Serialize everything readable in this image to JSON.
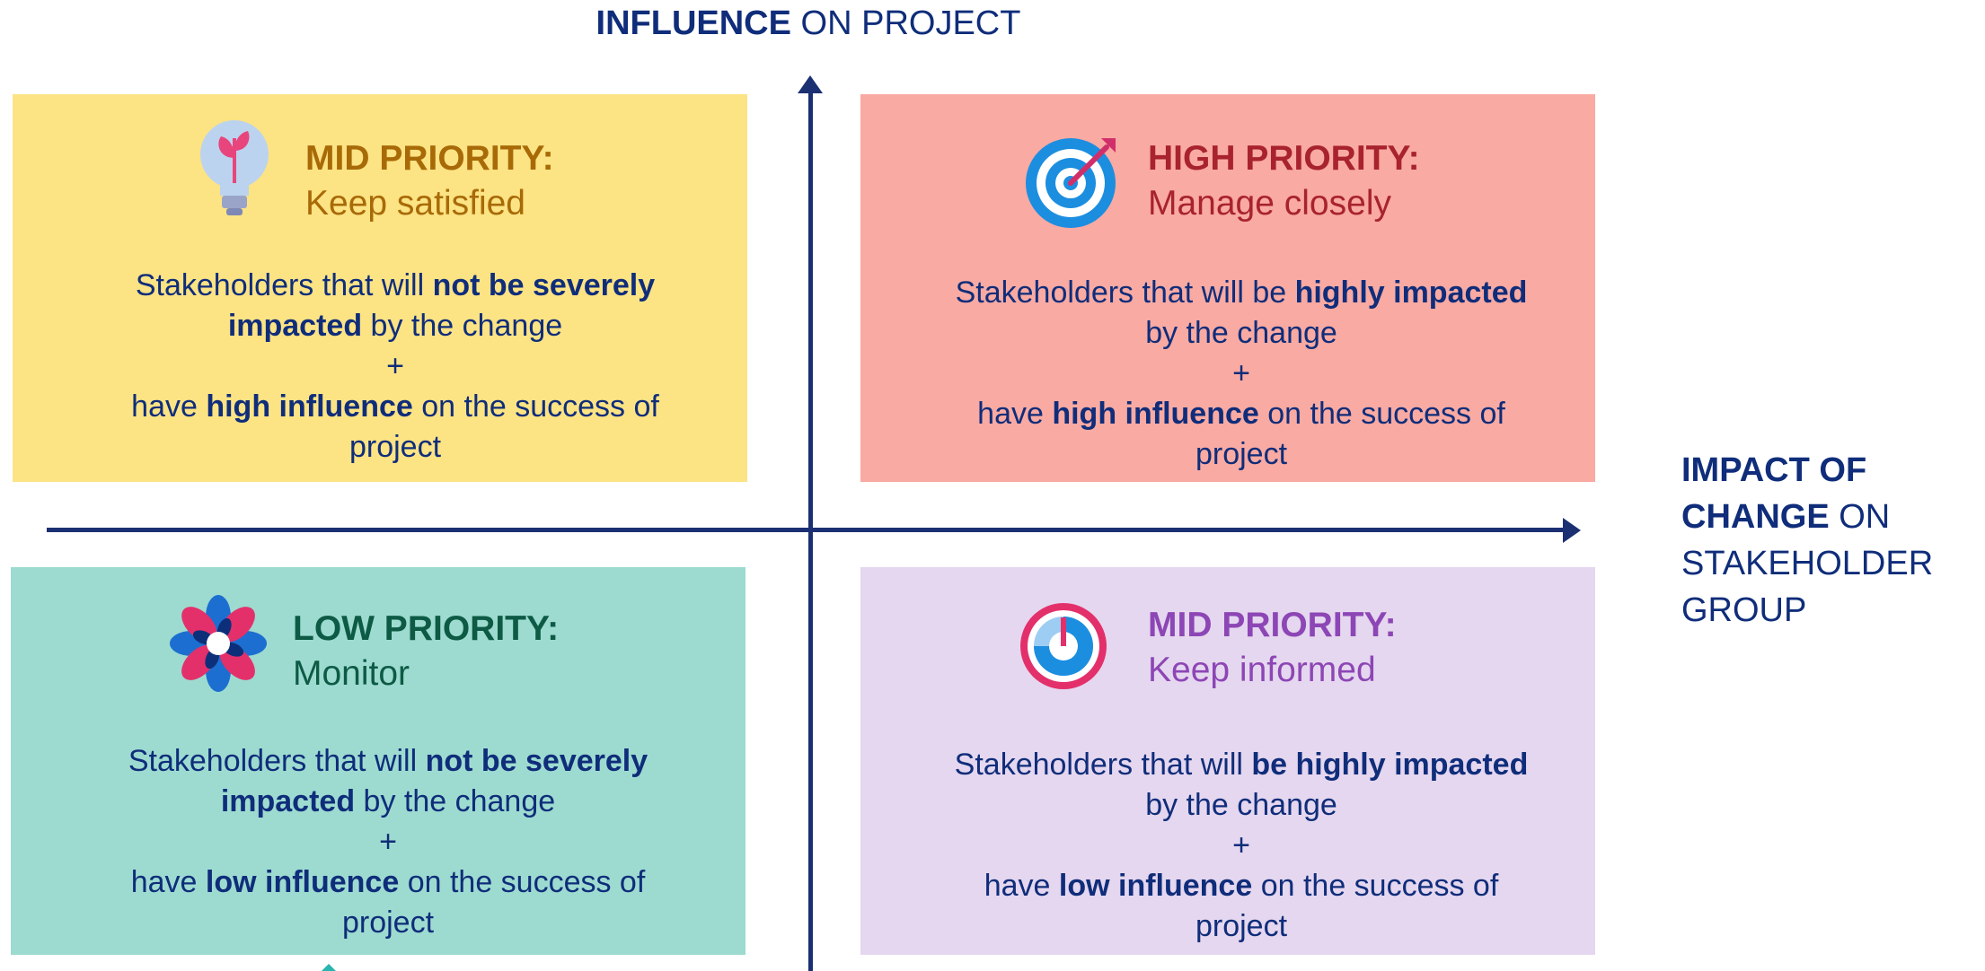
{
  "y_axis_title": {
    "strong": "INFLUENCE",
    "rest": " ON PROJECT"
  },
  "x_axis_title": {
    "strong": "IMPACT OF CHANGE",
    "rest": " ON STAKEHOLDER GROUP"
  },
  "quadrants": {
    "top_left": {
      "icon": "lightbulb-plant-icon",
      "heading": "MID PRIORITY:",
      "subheading": "Keep satisfied",
      "desc_1a": "Stakeholders that will ",
      "desc_1b": "not be severely impacted",
      "desc_1c": " by the change",
      "plus": "+",
      "desc_2a": "have ",
      "desc_2b": "high influence",
      "desc_2c": " on the success of project",
      "color": "#fce384"
    },
    "top_right": {
      "icon": "target-icon",
      "heading": "HIGH PRIORITY:",
      "subheading": "Manage closely",
      "desc_1a": "Stakeholders that will be ",
      "desc_1b": "highly impacted",
      "desc_1c": " by the change",
      "plus": "+",
      "desc_2a": "have ",
      "desc_2b": "high influence",
      "desc_2c": " on the success of project",
      "color": "#f9aaa2"
    },
    "bottom_left": {
      "icon": "flower-icon",
      "heading": "LOW PRIORITY:",
      "subheading": "Monitor",
      "desc_1a": "Stakeholders that will ",
      "desc_1b": "not be severely impacted",
      "desc_1c": " by the change",
      "plus": "+",
      "desc_2a": "have ",
      "desc_2b": "low influence",
      "desc_2c": " on the success of project",
      "color": "#9ddbd0"
    },
    "bottom_right": {
      "icon": "gauge-icon",
      "heading": "MID PRIORITY:",
      "subheading": "Keep informed",
      "desc_1a": "Stakeholders that will ",
      "desc_1b": "be highly impacted",
      "desc_1c": " by the change",
      "plus": "+",
      "desc_2a": "have ",
      "desc_2b": "low influence",
      "desc_2c": " on the success of project",
      "color": "#e5d7ef"
    }
  }
}
